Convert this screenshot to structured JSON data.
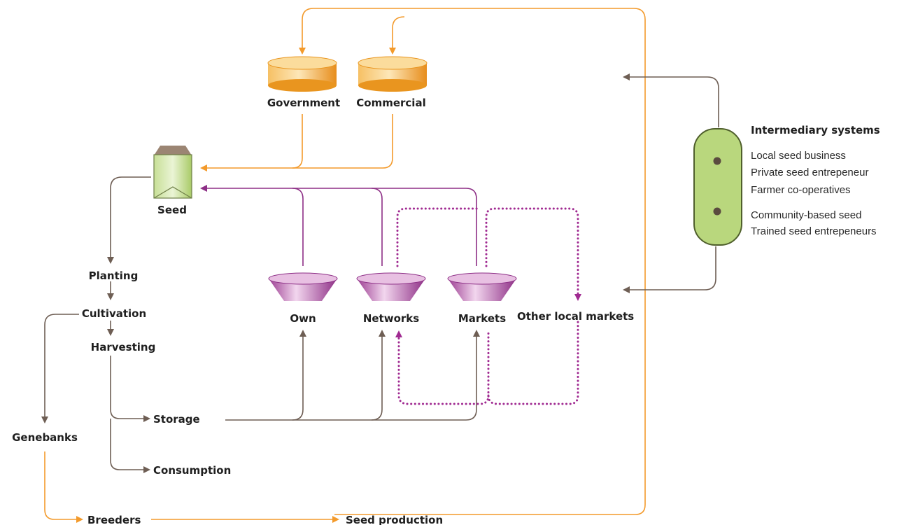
{
  "nodes": {
    "government": "Government",
    "commercial": "Commercial",
    "seed": "Seed",
    "planting": "Planting",
    "cultivation": "Cultivation",
    "harvesting": "Harvesting",
    "genebanks": "Genebanks",
    "storage": "Storage",
    "consumption": "Consumption",
    "breeders": "Breeders",
    "seed_production": "Seed production",
    "own": "Own",
    "networks": "Networks",
    "markets": "Markets",
    "other_local_markets": "Other local markets"
  },
  "intermediary": {
    "title": "Intermediary systems",
    "items": [
      "Local seed business",
      "Private seed entrepeneur",
      "Farmer co-operatives",
      "Community-based seed",
      "Trained seed entrepeneurs"
    ]
  },
  "colors": {
    "brown": "#6e5e54",
    "orange": "#f39a2b",
    "purple": "#8d2f86",
    "green": "#b9d77d"
  }
}
